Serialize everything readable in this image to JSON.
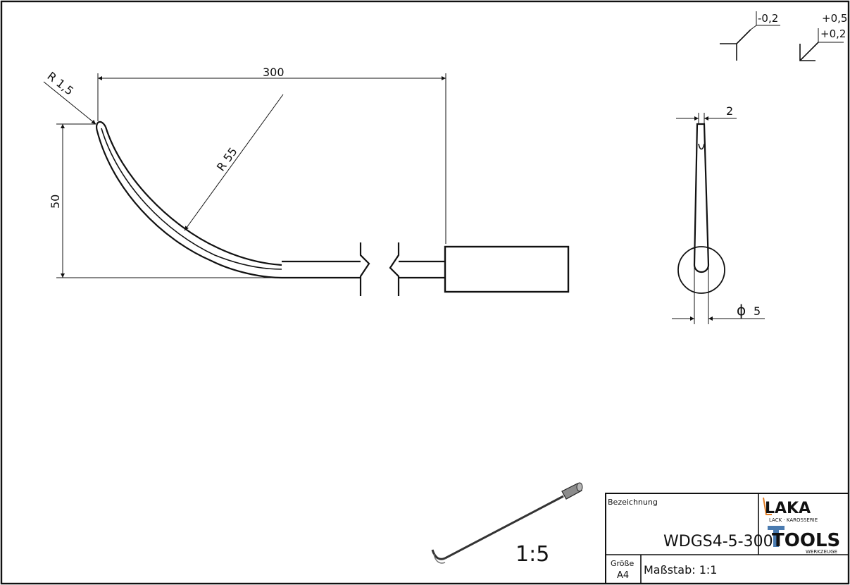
{
  "drawing": {
    "dimensions": {
      "length": "300",
      "tip_radius": "R 1,5",
      "bend_radius": "R 55",
      "height": "50",
      "tip_width": "2",
      "diameter_symbol": "ϕ",
      "diameter_value": "5"
    },
    "tolerances": {
      "lower_a": "-0,2",
      "upper_b": "+0,5",
      "lower_b": "+0,2"
    },
    "scale_view_label": "1:5"
  },
  "title_block": {
    "designation_label": "Bezeichnung",
    "designation_value": "WDGS4-5-300",
    "size_label": "Größe",
    "size_value": "A4",
    "scale_label": "Maßstab: 1:1"
  },
  "logo": {
    "brand_top": "LAKA",
    "brand_top_sub": "LACK · KAROSSERIE",
    "brand_bottom": "TOOLS",
    "brand_bottom_sub": "WERKZEUGE",
    "colors": {
      "orange": "#e07b22",
      "blue": "#4a7bb0",
      "gray": "#9a9a9a"
    }
  }
}
